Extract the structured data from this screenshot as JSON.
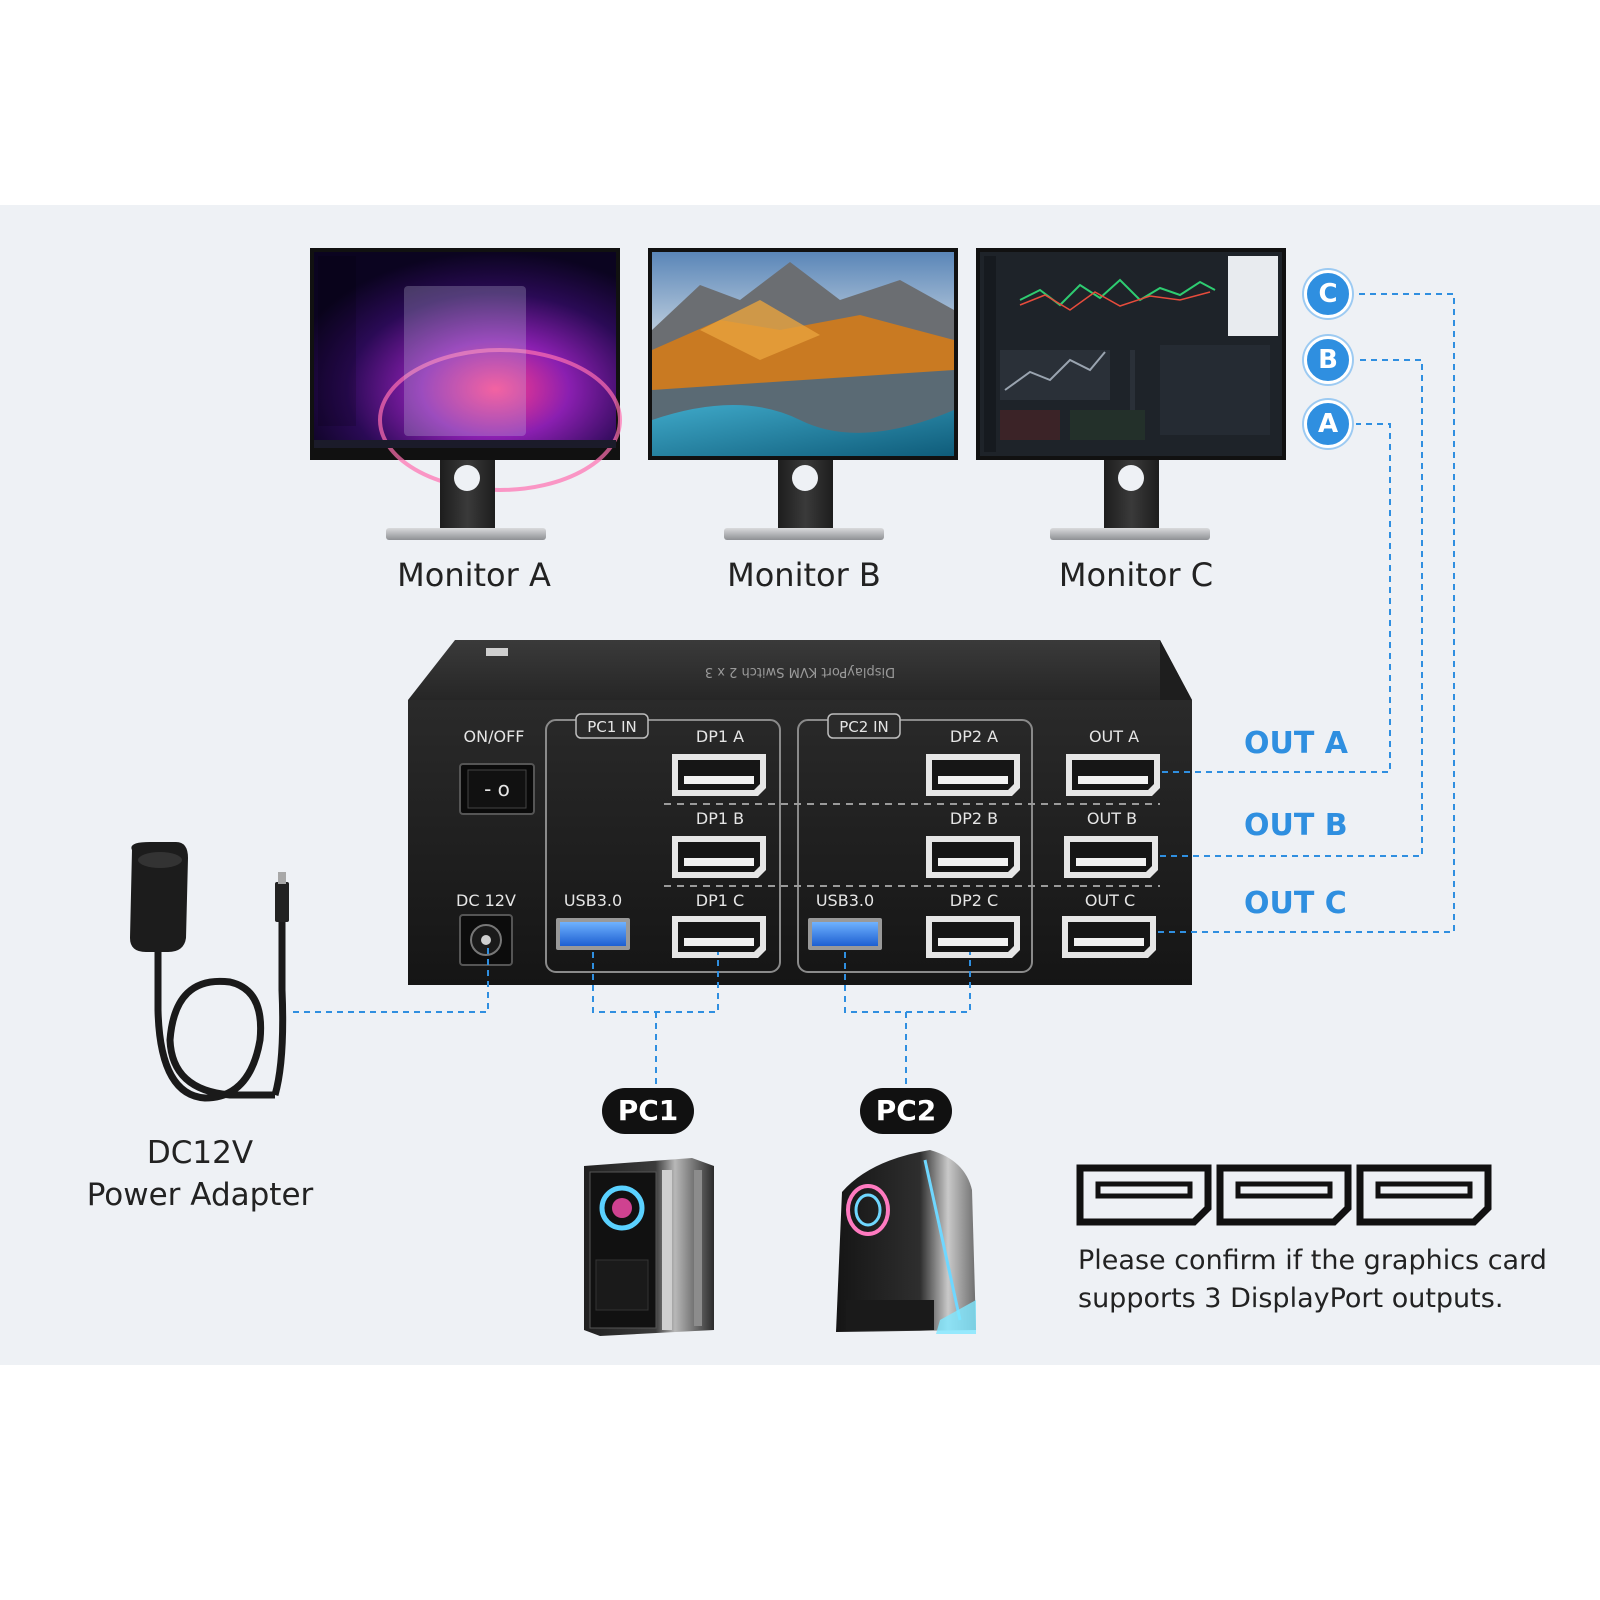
{
  "monitors": [
    {
      "label": "Monitor A"
    },
    {
      "label": "Monitor B"
    },
    {
      "label": "Monitor C"
    }
  ],
  "selectors": [
    "C",
    "B",
    "A"
  ],
  "switch": {
    "title": "DisplayPort KVM Switch 2 x 3",
    "power_switch": "ON/OFF",
    "power_switch_symbol": "- o",
    "dc_port": "DC 12V",
    "pc1_group": "PC1 IN",
    "pc2_group": "PC2 IN",
    "pc1_ports": [
      "DP1 A",
      "DP1 B",
      "DP1 C"
    ],
    "pc2_ports": [
      "DP2 A",
      "DP2 B",
      "DP2 C"
    ],
    "usb_label": "USB3.0",
    "out_ports": [
      "OUT A",
      "OUT B",
      "OUT C"
    ]
  },
  "outputs": [
    "OUT A",
    "OUT B",
    "OUT C"
  ],
  "computers": [
    {
      "label": "PC1"
    },
    {
      "label": "PC2"
    }
  ],
  "adapter": {
    "line1": "DC12V",
    "line2": "Power Adapter"
  },
  "note": "Please confirm if the graphics card supports 3 DisplayPort outputs.",
  "colors": {
    "accent": "#2f8fe0",
    "device": "#1c1c1c",
    "background": "#eef1f5"
  }
}
